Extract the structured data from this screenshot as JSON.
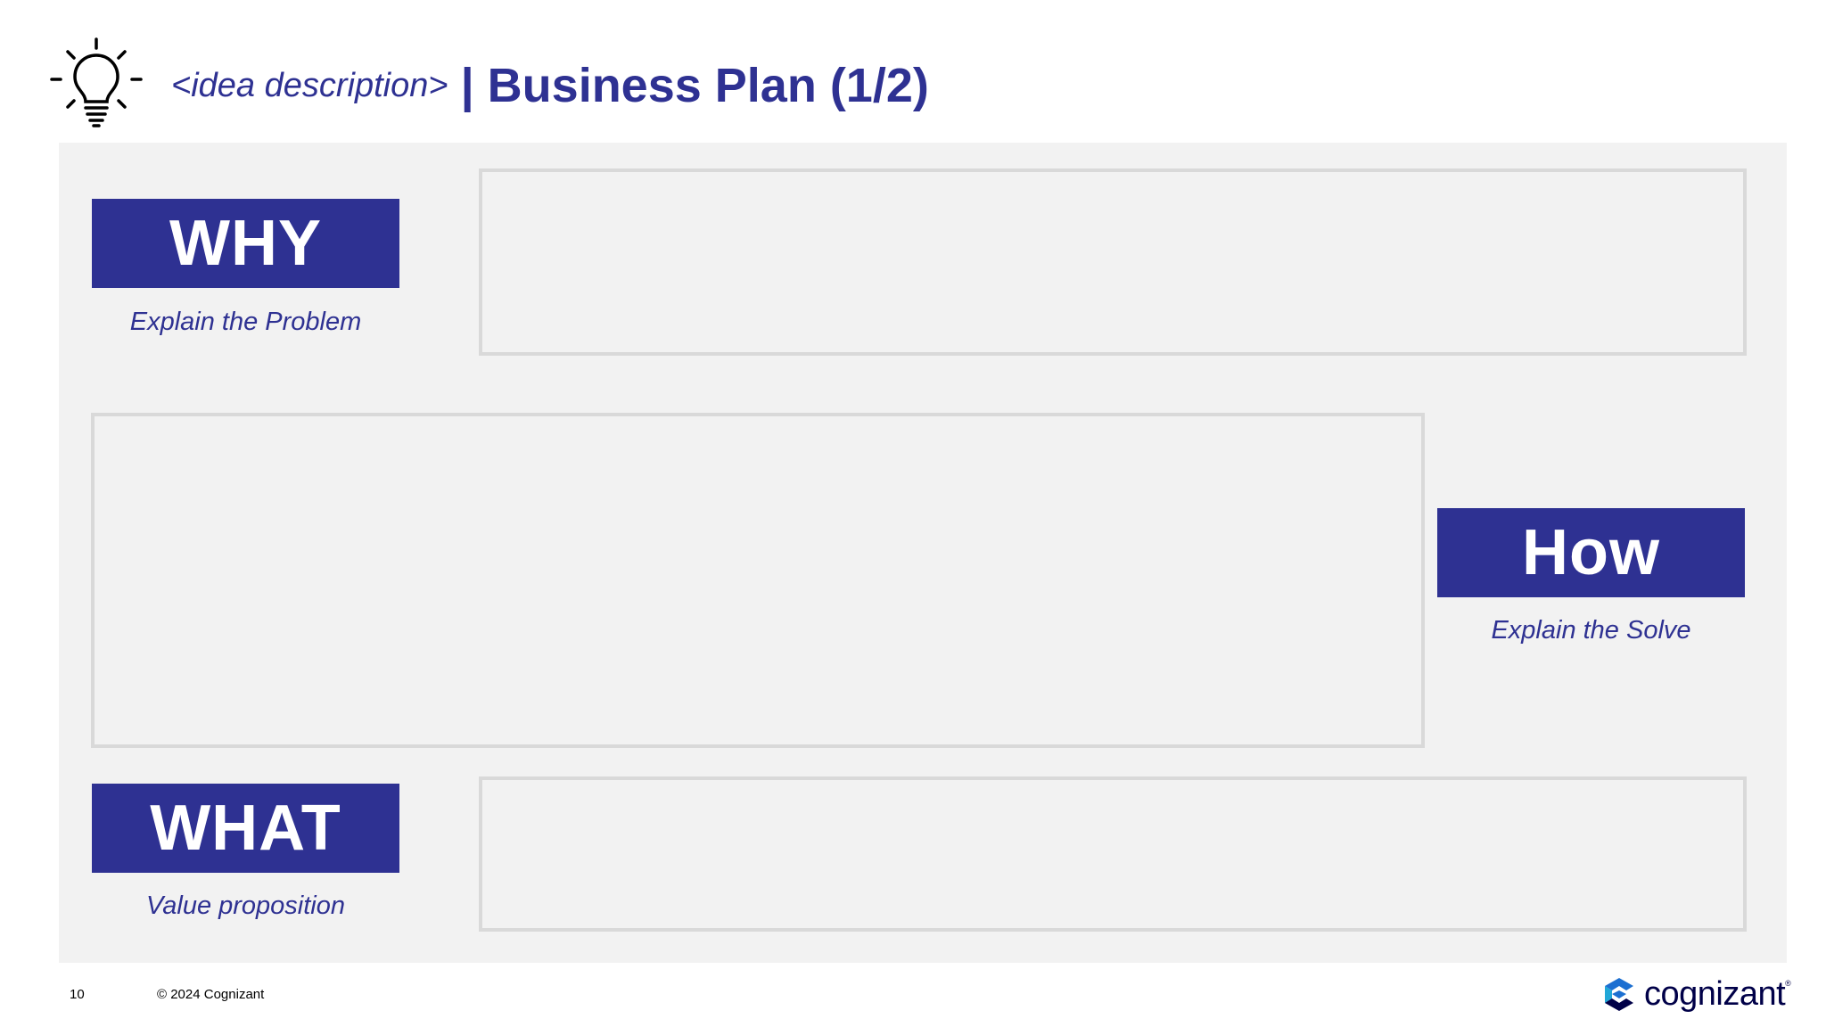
{
  "header": {
    "idea_placeholder": "<idea description>",
    "title": "| Business Plan (1/2)",
    "icon": "lightbulb-icon"
  },
  "sections": {
    "why": {
      "label": "WHY",
      "subtitle": "Explain the Problem"
    },
    "how": {
      "label": "How",
      "subtitle": "Explain the Solve"
    },
    "what": {
      "label": "WHAT",
      "subtitle": "Value proposition"
    }
  },
  "footer": {
    "page_number": "10",
    "copyright": "© 2024 Cognizant",
    "logo_text": "cognizant",
    "logo_mark": "®"
  },
  "colors": {
    "brand_navy": "#2e3192",
    "panel_gray": "#f2f2f2",
    "box_border": "#d9d9d9",
    "logo_dark": "#000048",
    "logo_blue": "#1c6fd1",
    "logo_teal": "#21a7d8"
  }
}
